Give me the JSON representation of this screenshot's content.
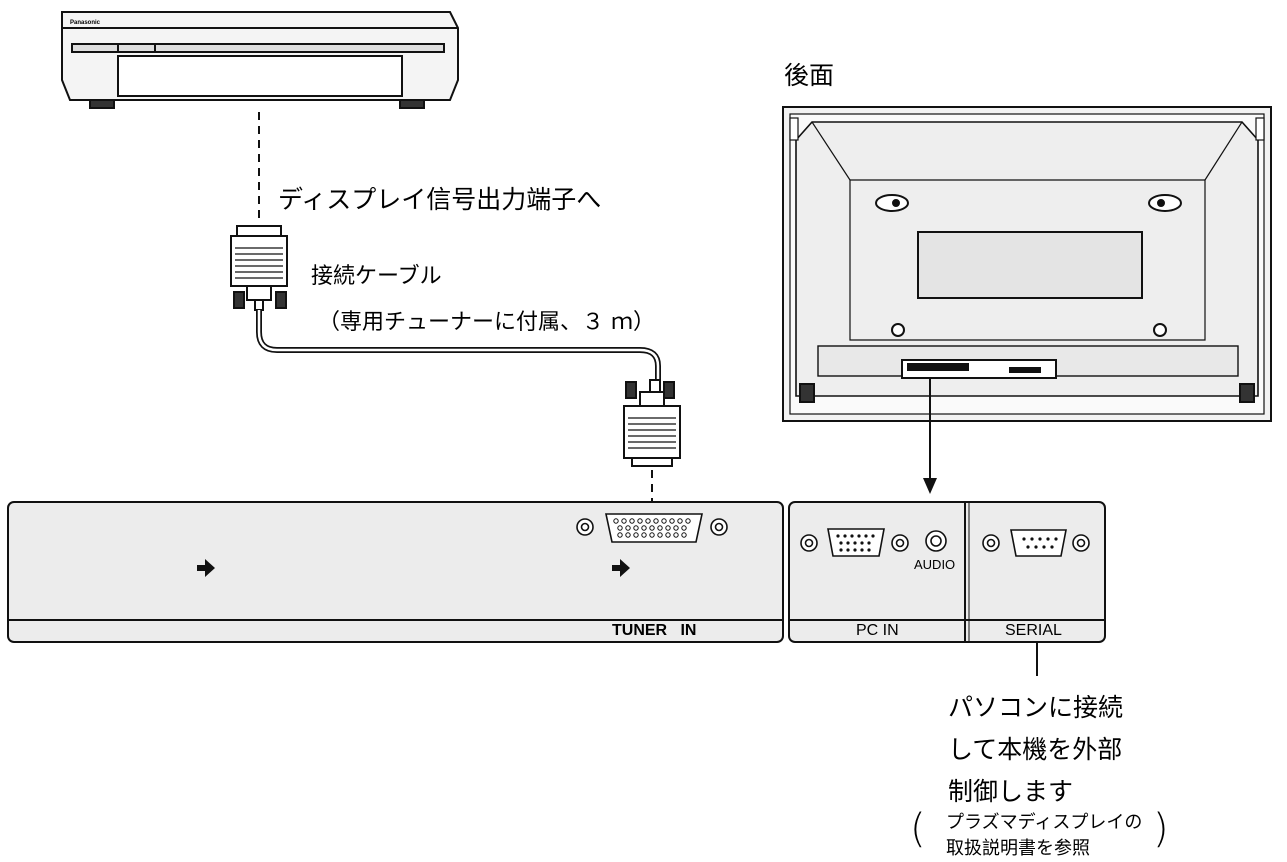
{
  "tuner": {
    "brand": "Panasonic"
  },
  "labels": {
    "rear_view": "後面",
    "display_output": "ディスプレイ信号出力端子へ",
    "cable_name": "接続ケーブル",
    "cable_note": "（専用チューナーに付属、３ ｍ）",
    "pc_note_line1": "パソコンに接続",
    "pc_note_line2": "して本機を外部",
    "pc_note_line3": "制御します",
    "ref_line1": "プラズマディスプレイの",
    "ref_line2": "取扱説明書を参照",
    "paren_open": "(",
    "paren_close": ")"
  },
  "panel": {
    "tuner_in": "TUNER   IN",
    "pc_in": "PC IN",
    "audio": "AUDIO",
    "serial": "SERIAL"
  },
  "colors": {
    "panel_fill": "#ececec",
    "line": "#111111",
    "display_fill": "#f2f2f2"
  }
}
